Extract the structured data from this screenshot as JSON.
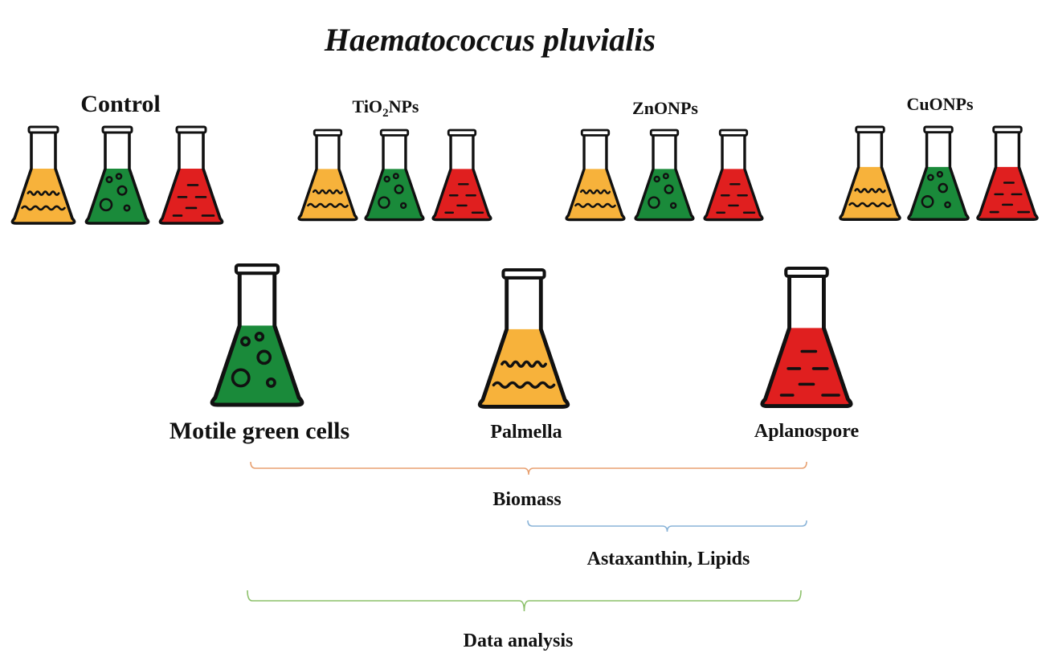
{
  "title": "Haematococcus pluvialis",
  "groups": [
    {
      "id": "control",
      "label": "Control"
    },
    {
      "id": "tio2",
      "label_prefix": "TiO",
      "label_sub": "2",
      "label_suffix": "NPs"
    },
    {
      "id": "zno",
      "label": "ZnONPs"
    },
    {
      "id": "cuo",
      "label": "CuONPs"
    }
  ],
  "stages": [
    {
      "id": "motile",
      "label": "Motile green cells"
    },
    {
      "id": "palmella",
      "label": "Palmella"
    },
    {
      "id": "aplanospore",
      "label": "Aplanospore"
    }
  ],
  "braces": [
    {
      "id": "biomass",
      "label": "Biomass"
    },
    {
      "id": "astaxanthin",
      "label": "Astaxanthin,  Lipids"
    },
    {
      "id": "data-analysis",
      "label": "Data analysis"
    }
  ],
  "colors": {
    "orange": "#f7b23b",
    "green": "#1a8a3a",
    "red": "#e01f1f",
    "outline": "#111111",
    "brace_orange": "#e8a070",
    "brace_blue": "#8ab4d8",
    "brace_green": "#8cc06a"
  }
}
